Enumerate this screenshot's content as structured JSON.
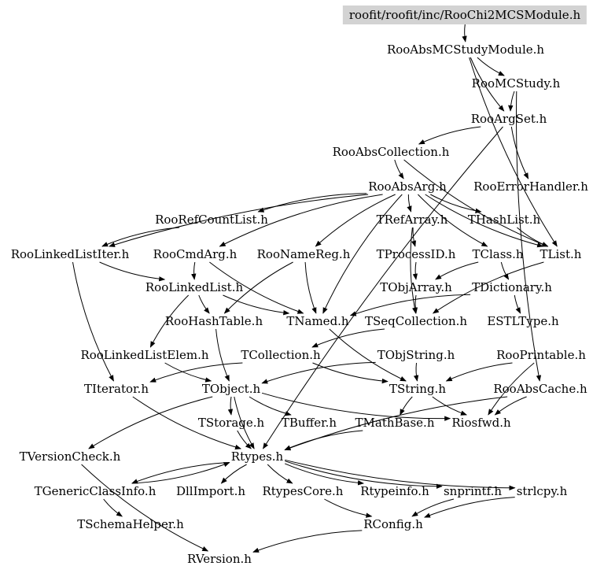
{
  "diagram": {
    "root": "roofit/roofit/inc/RooChi2MCSModule.h",
    "nodes": {
      "root": "roofit/roofit/inc/RooChi2MCSModule.h",
      "absmcstudymodule": "RooAbsMCStudyModule.h",
      "mcstudy": "RooMCStudy.h",
      "argset": "RooArgSet.h",
      "abscollection": "RooAbsCollection.h",
      "errorhandler": "RooErrorHandler.h",
      "absarg": "RooAbsArg.h",
      "refcountlist": "RooRefCountList.h",
      "trefarray": "TRefArray.h",
      "thashlist": "THashList.h",
      "linkedlistiter": "RooLinkedListIter.h",
      "cmdarg": "RooCmdArg.h",
      "namereg": "RooNameReg.h",
      "tprocessid": "TProcessID.h",
      "tclass": "TClass.h",
      "tlist": "TList.h",
      "linkedlist": "RooLinkedList.h",
      "tobjarray": "TObjArray.h",
      "tdictionary": "TDictionary.h",
      "hashtable": "RooHashTable.h",
      "tnamed": "TNamed.h",
      "tseqcollection": "TSeqCollection.h",
      "estltype": "ESTLType.h",
      "linkedlistelem": "RooLinkedListElem.h",
      "tcollection": "TCollection.h",
      "tobjstring": "TObjString.h",
      "printable": "RooPrintable.h",
      "titerator": "TIterator.h",
      "tobject": "TObject.h",
      "tstring": "TString.h",
      "abscache": "RooAbsCache.h",
      "tstorage": "TStorage.h",
      "tbuffer": "TBuffer.h",
      "tmathbase": "TMathBase.h",
      "riosfwd": "Riosfwd.h",
      "tversioncheck": "TVersionCheck.h",
      "rtypes": "Rtypes.h",
      "tgenericclassinfo": "TGenericClassInfo.h",
      "dllimport": "DllImport.h",
      "rtypescore": "RtypesCore.h",
      "rtypeinfo": "Rtypeinfo.h",
      "snprintf": "snprintf.h",
      "strlcpy": "strlcpy.h",
      "tschemahelper": "TSchemaHelper.h",
      "rconfig": "RConfig.h",
      "rversion": "RVersion.h"
    },
    "edges": [
      [
        "root",
        "absmcstudymodule"
      ],
      [
        "absmcstudymodule",
        "mcstudy"
      ],
      [
        "absmcstudymodule",
        "argset"
      ],
      [
        "absmcstudymodule",
        "tlist"
      ],
      [
        "mcstudy",
        "argset"
      ],
      [
        "mcstudy",
        "abscache"
      ],
      [
        "argset",
        "abscollection"
      ],
      [
        "argset",
        "errorhandler"
      ],
      [
        "argset",
        "rtypes"
      ],
      [
        "abscollection",
        "absarg"
      ],
      [
        "abscollection",
        "tlist"
      ],
      [
        "absarg",
        "refcountlist"
      ],
      [
        "absarg",
        "linkedlistiter"
      ],
      [
        "absarg",
        "cmdarg"
      ],
      [
        "absarg",
        "namereg"
      ],
      [
        "absarg",
        "trefarray"
      ],
      [
        "absarg",
        "thashlist"
      ],
      [
        "absarg",
        "tlist"
      ],
      [
        "absarg",
        "tnamed"
      ],
      [
        "absarg",
        "tclass"
      ],
      [
        "refcountlist",
        "linkedlistiter"
      ],
      [
        "trefarray",
        "tprocessid"
      ],
      [
        "trefarray",
        "tseqcollection"
      ],
      [
        "thashlist",
        "tlist"
      ],
      [
        "linkedlistiter",
        "linkedlist"
      ],
      [
        "linkedlistiter",
        "titerator"
      ],
      [
        "cmdarg",
        "linkedlist"
      ],
      [
        "cmdarg",
        "tnamed"
      ],
      [
        "namereg",
        "hashtable"
      ],
      [
        "namereg",
        "tnamed"
      ],
      [
        "tprocessid",
        "tobjarray"
      ],
      [
        "tclass",
        "tdictionary"
      ],
      [
        "tclass",
        "tobjarray"
      ],
      [
        "tlist",
        "tseqcollection"
      ],
      [
        "linkedlist",
        "hashtable"
      ],
      [
        "linkedlist",
        "linkedlistelem"
      ],
      [
        "linkedlist",
        "tnamed"
      ],
      [
        "tobjarray",
        "tseqcollection"
      ],
      [
        "tdictionary",
        "tnamed"
      ],
      [
        "tdictionary",
        "estltype"
      ],
      [
        "hashtable",
        "tobject"
      ],
      [
        "tnamed",
        "tstring"
      ],
      [
        "tseqcollection",
        "tcollection"
      ],
      [
        "linkedlistelem",
        "tobject"
      ],
      [
        "tcollection",
        "titerator"
      ],
      [
        "tcollection",
        "tstring"
      ],
      [
        "tobjstring",
        "tobject"
      ],
      [
        "tobjstring",
        "tstring"
      ],
      [
        "printable",
        "tstring"
      ],
      [
        "printable",
        "riosfwd"
      ],
      [
        "titerator",
        "rtypes"
      ],
      [
        "tobject",
        "tstorage"
      ],
      [
        "tobject",
        "tbuffer"
      ],
      [
        "tobject",
        "riosfwd"
      ],
      [
        "tobject",
        "tversioncheck"
      ],
      [
        "tobject",
        "rtypes"
      ],
      [
        "tstring",
        "tmathbase"
      ],
      [
        "tstring",
        "riosfwd"
      ],
      [
        "abscache",
        "rtypes"
      ],
      [
        "abscache",
        "riosfwd"
      ],
      [
        "tstorage",
        "rtypes"
      ],
      [
        "tmathbase",
        "rtypes"
      ],
      [
        "tversioncheck",
        "rversion"
      ],
      [
        "rtypes",
        "tgenericclassinfo"
      ],
      [
        "rtypes",
        "dllimport"
      ],
      [
        "rtypes",
        "rtypescore"
      ],
      [
        "rtypes",
        "rtypeinfo"
      ],
      [
        "rtypes",
        "snprintf"
      ],
      [
        "rtypes",
        "strlcpy"
      ],
      [
        "tgenericclassinfo",
        "tschemahelper"
      ],
      [
        "tgenericclassinfo",
        "rtypes"
      ],
      [
        "rtypescore",
        "rconfig"
      ],
      [
        "snprintf",
        "rconfig"
      ],
      [
        "strlcpy",
        "rconfig"
      ],
      [
        "rconfig",
        "rversion"
      ]
    ]
  }
}
